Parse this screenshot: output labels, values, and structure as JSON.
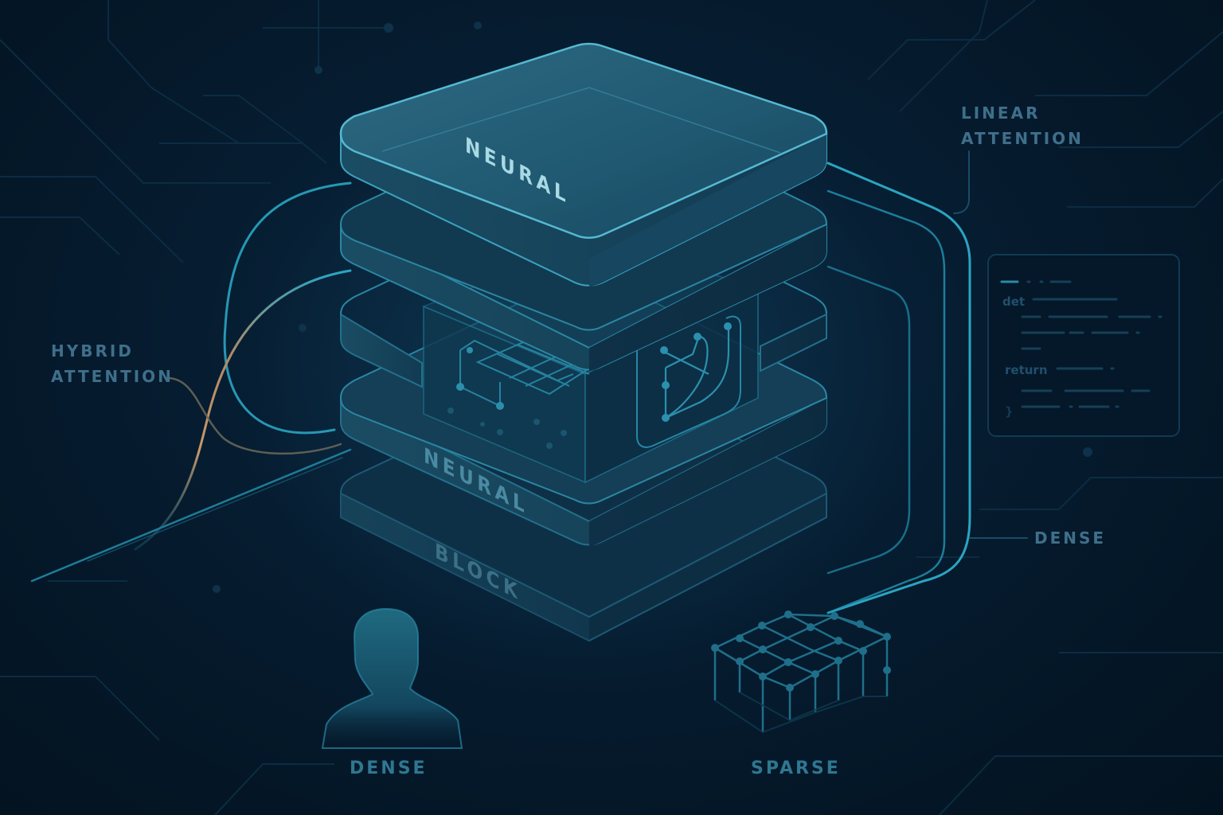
{
  "diagram": {
    "block": {
      "top_layer_label": "NEURAL",
      "middle_layer_label": "NEURAL",
      "bottom_layer_label": "BLOCK",
      "layer_count": 5
    },
    "labels": {
      "hybrid_attention": [
        "HYBRID",
        "ATTENTION"
      ],
      "linear_attention": [
        "LINEAR",
        "ATTENTION"
      ],
      "dense_right": "DENSE",
      "dense_bottom": "DENSE",
      "sparse_bottom": "SPARSE"
    },
    "code_panel": {
      "keywords": [
        "det",
        "return"
      ],
      "closing_glyph": "}"
    },
    "icons": {
      "person": "person-silhouette-icon",
      "lattice": "sparse-lattice-icon"
    },
    "colors": {
      "background": "#061c30",
      "layer_face": "#1d5268",
      "layer_edge": "#4fb3cc",
      "connector_cyan": "#2aa5c2",
      "connector_copper": "#c89868",
      "label_text": "#3f6f8a"
    }
  }
}
